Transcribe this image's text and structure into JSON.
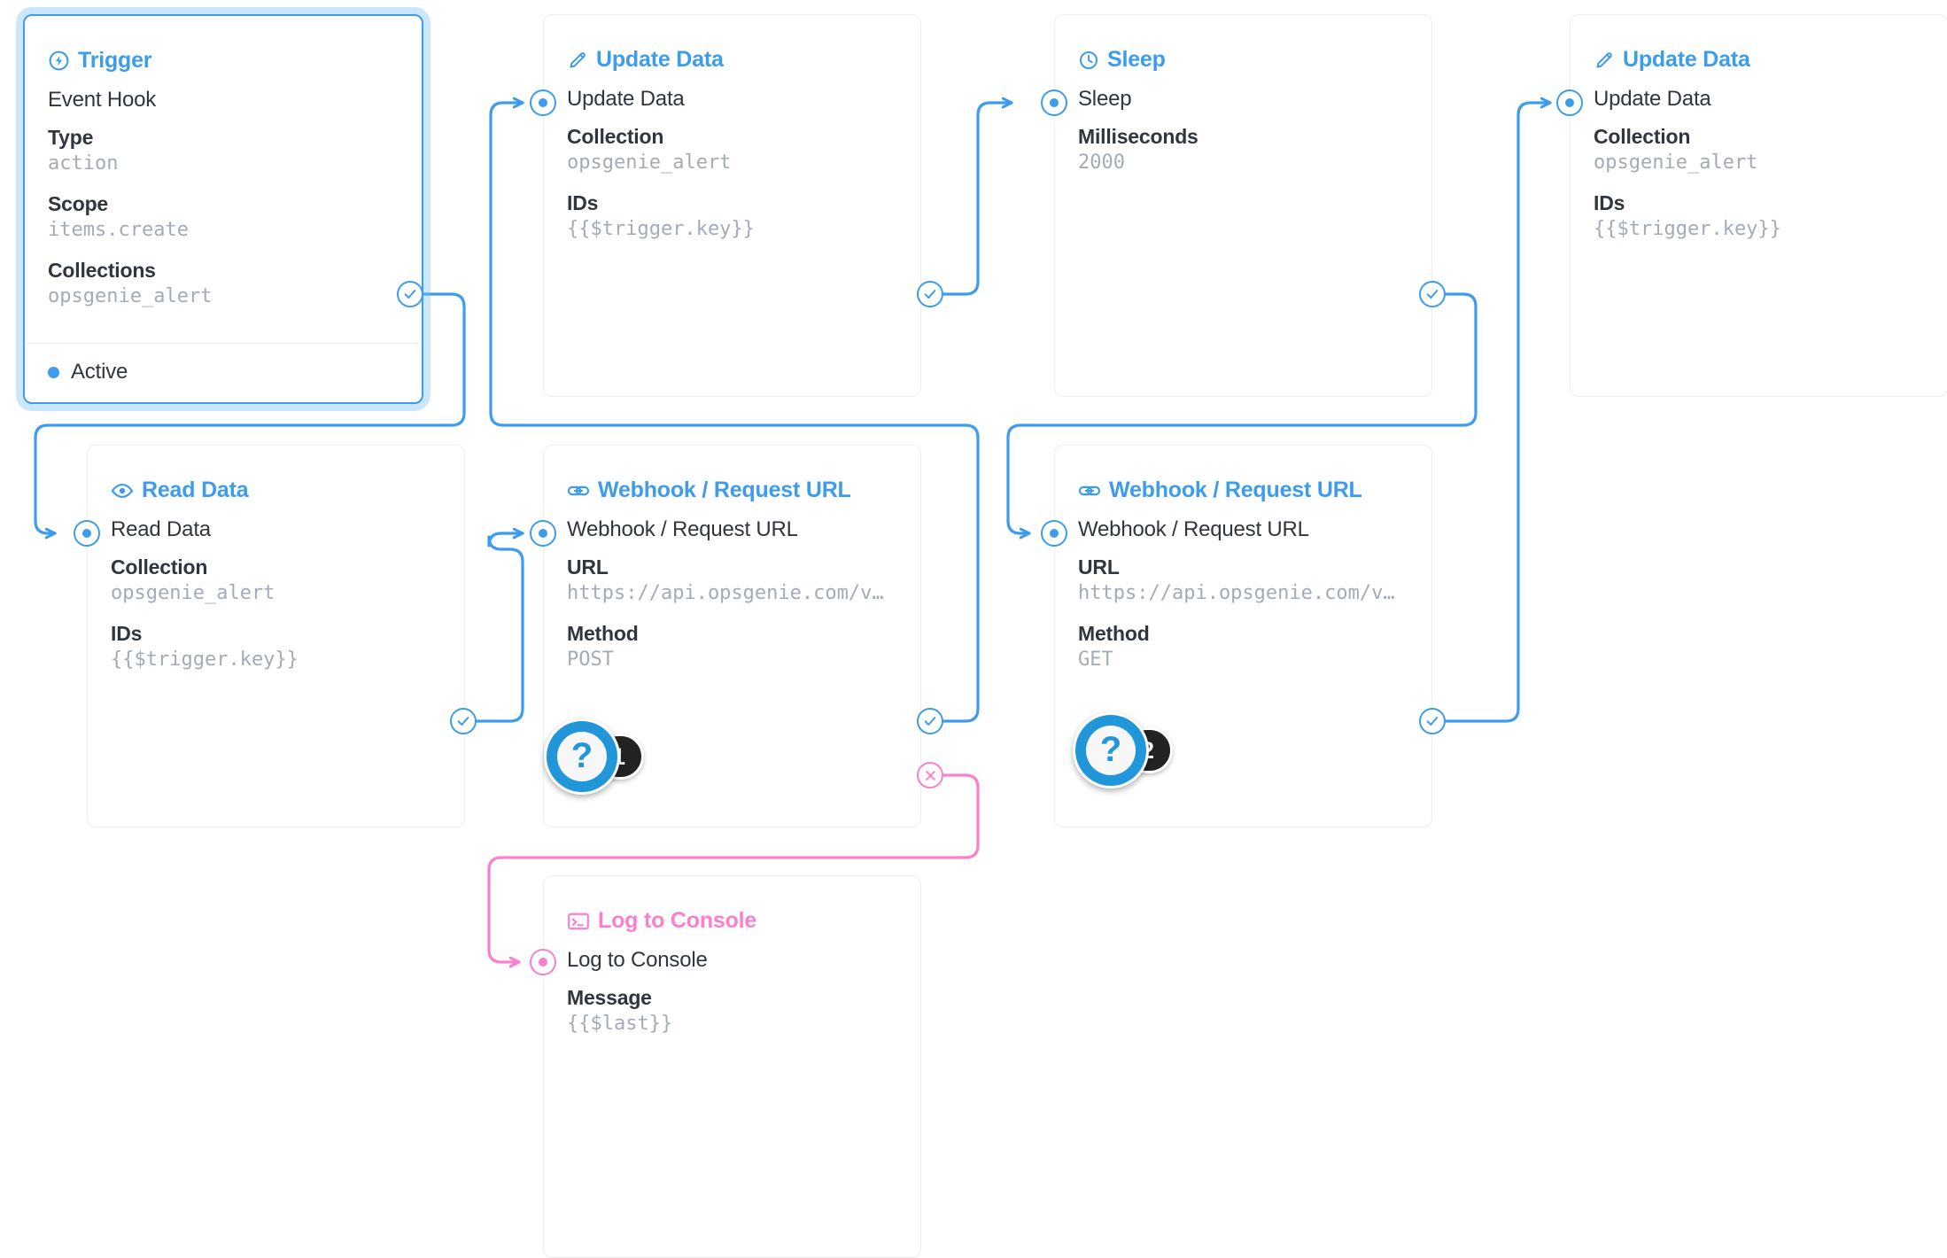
{
  "theme": {
    "accent": "#3d9ceb",
    "accent_strong": "#2196d8",
    "pink": "#fa7fcf",
    "text": "#2f3640",
    "muted": "#a3abb8",
    "card_border": "#eceef1",
    "badge_bg": "#232323",
    "canvas_bg": "#ffffff"
  },
  "nodes": [
    {
      "id": "trigger",
      "icon": "lightning-circle-icon",
      "title": "Trigger",
      "row_name": "Event Hook",
      "selected": true,
      "fields": [
        {
          "label": "Type",
          "value": "action"
        },
        {
          "label": "Scope",
          "value": "items.create"
        },
        {
          "label": "Collections",
          "value": "opsgenie_alert"
        }
      ],
      "status": "Active"
    },
    {
      "id": "update-data-1",
      "icon": "pencil-icon",
      "title": "Update Data",
      "row_name": "Update Data",
      "selected": false,
      "fields": [
        {
          "label": "Collection",
          "value": "opsgenie_alert"
        },
        {
          "label": "IDs",
          "value": "{{$trigger.key}}"
        }
      ]
    },
    {
      "id": "sleep",
      "icon": "clock-icon",
      "title": "Sleep",
      "row_name": "Sleep",
      "selected": false,
      "fields": [
        {
          "label": "Milliseconds",
          "value": "2000"
        }
      ]
    },
    {
      "id": "update-data-2",
      "icon": "pencil-icon",
      "title": "Update Data",
      "row_name": "Update Data",
      "selected": false,
      "fields": [
        {
          "label": "Collection",
          "value": "opsgenie_alert"
        },
        {
          "label": "IDs",
          "value": "{{$trigger.key}}"
        }
      ]
    },
    {
      "id": "read-data",
      "icon": "eye-icon",
      "title": "Read Data",
      "row_name": "Read Data",
      "selected": false,
      "fields": [
        {
          "label": "Collection",
          "value": "opsgenie_alert"
        },
        {
          "label": "IDs",
          "value": "{{$trigger.key}}"
        }
      ]
    },
    {
      "id": "webhook-post",
      "icon": "link-icon",
      "title": "Webhook / Request URL",
      "row_name": "Webhook / Request URL",
      "selected": false,
      "fields": [
        {
          "label": "URL",
          "value": "https://api.opsgenie.com/v…"
        },
        {
          "label": "Method",
          "value": "POST"
        }
      ]
    },
    {
      "id": "webhook-get",
      "icon": "link-icon",
      "title": "Webhook / Request URL",
      "row_name": "Webhook / Request URL",
      "selected": false,
      "fields": [
        {
          "label": "URL",
          "value": "https://api.opsgenie.com/v…"
        },
        {
          "label": "Method",
          "value": "GET"
        }
      ]
    },
    {
      "id": "log-to-console",
      "icon": "console-icon",
      "title": "Log to Console",
      "row_name": "Log to Console",
      "selected": false,
      "accent": "pink",
      "fields": [
        {
          "label": "Message",
          "value": "{{$last}}"
        }
      ]
    }
  ],
  "badges": [
    {
      "id": "badge-1",
      "glyph": "?",
      "number": "1"
    },
    {
      "id": "badge-2",
      "glyph": "?",
      "number": "2"
    }
  ]
}
